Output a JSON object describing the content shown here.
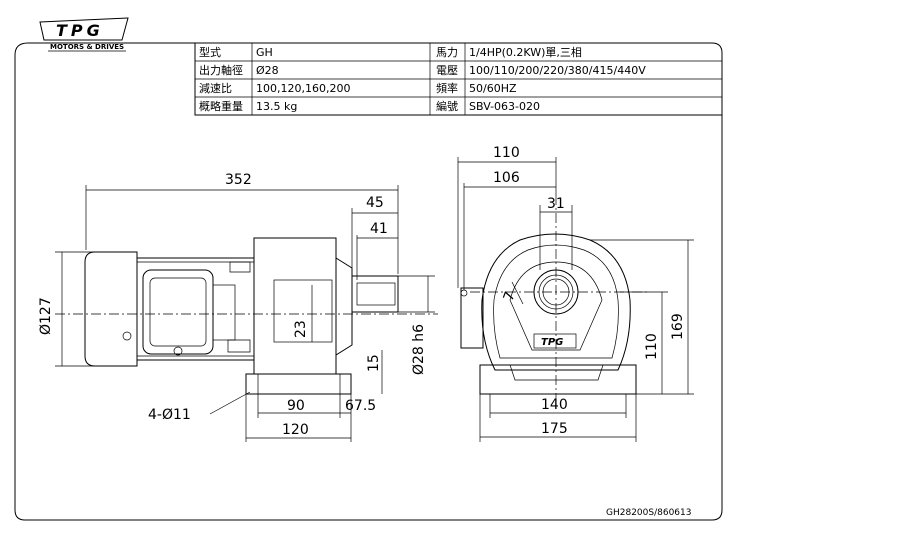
{
  "logo": {
    "brand": "TPG",
    "tagline": "MOTORS & DRIVES"
  },
  "spec_table": {
    "left": [
      {
        "label": "型式",
        "value": "GH"
      },
      {
        "label": "出力軸徑",
        "value": "Ø28"
      },
      {
        "label": "減速比",
        "value": "100,120,160,200"
      },
      {
        "label": "概略重量",
        "value": "13.5  kg"
      }
    ],
    "right": [
      {
        "label": "馬力",
        "value": "1/4HP(0.2KW)單,三相"
      },
      {
        "label": "電壓",
        "value": "100/110/200/220/380/415/440V"
      },
      {
        "label": "頻率",
        "value": "50/60HZ"
      },
      {
        "label": "編號",
        "value": "SBV-063-020"
      }
    ]
  },
  "dimensions": {
    "overall_length": "352",
    "shaft_length": "45",
    "shaft_key_length": "41",
    "motor_diameter": "Ø127",
    "key_offset": "23",
    "shaft_center_height_from_base": "15",
    "shaft_diameter": "Ø28  h6",
    "mount_holes": "4-Ø11",
    "foot_hole_pitch": "90",
    "foot_edge": "67.5",
    "foot_length": "120",
    "front_width_outer": "110",
    "front_width_inner": "106",
    "front_key_width": "31",
    "front_key_depth": "7",
    "shaft_height": "110",
    "overall_height": "169",
    "foot_hole_spacing": "140",
    "foot_width": "175"
  },
  "nameplate_text": "TPG",
  "drawing_number": "GH28200S/860613"
}
